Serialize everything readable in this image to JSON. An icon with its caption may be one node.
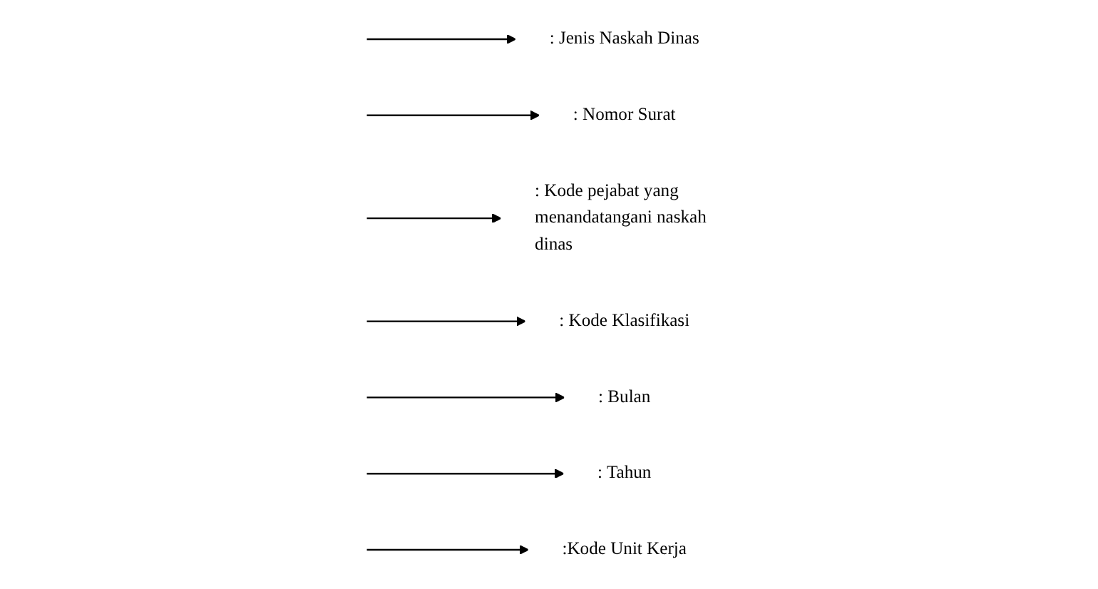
{
  "diagram": {
    "nodes": [
      {
        "text": [
          ": Jenis Naskah Dinas"
        ]
      },
      {
        "text": [
          ": Nomor Surat"
        ]
      },
      {
        "text": [
          ": Bulan"
        ]
      },
      {
        "text": [
          ": Kode pejabat yang menandatangani naskah dinas"
        ]
      },
      {
        "text": [
          ": Kode Klasifikasi"
        ]
      },
      {
        "text": [
          ": Tahun"
        ]
      },
      {
        "text": [
          ":Kode Unit Kerja"
        ]
      }
    ],
    "edges": [
      {
        "from": null,
        "to": 0,
        "arrow": "to"
      },
      {
        "from": null,
        "to": 1,
        "arrow": "to"
      },
      {
        "from": null,
        "to": 3,
        "arrow": "to"
      },
      {
        "from": null,
        "to": 4,
        "arrow": "to"
      },
      {
        "from": null,
        "to": 2,
        "arrow": "to"
      },
      {
        "from": null,
        "to": 5,
        "arrow": "to"
      },
      {
        "from": null,
        "to": 6,
        "arrow": "to"
      }
    ]
  }
}
